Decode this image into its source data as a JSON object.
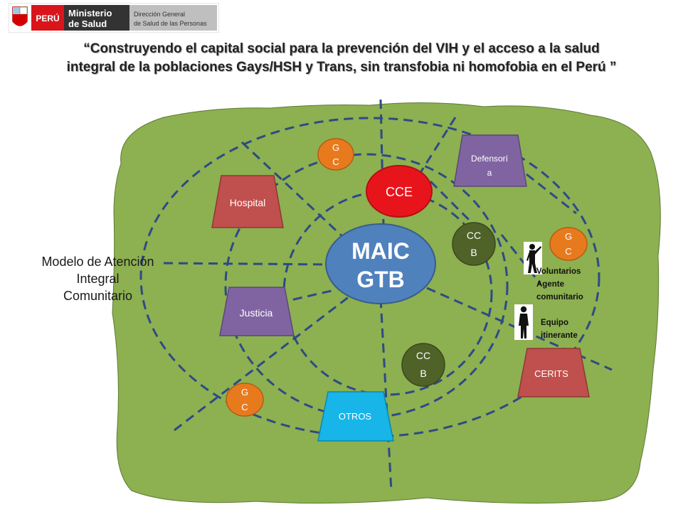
{
  "header": {
    "country": "PERÚ",
    "ministry_line1": "Ministerio",
    "ministry_line2": "de Salud",
    "direction_line1": "Dirección General",
    "direction_line2": "de Salud de las Personas"
  },
  "title": {
    "line1": "“Construyendo el capital social para la prevención del VIH y el acceso a la salud",
    "line2": "integral de la poblaciones Gays/HSH y Trans, sin transfobia ni homofobia en el Perú ”"
  },
  "side_label": {
    "line1": "Modelo de Atención",
    "line2": "Integral",
    "line3": "Comunitario"
  },
  "center": {
    "line1": "MAIC",
    "line2": "GTB"
  },
  "nodes": {
    "cce": "CCE",
    "hospital": "Hospital",
    "defensoria_line1": "Defensorí",
    "defensoria_line2": "a",
    "justicia": "Justicia",
    "cerits": "CERITS",
    "otros": "OTROS",
    "gc_top_line1": "G",
    "gc_top_line2": "C",
    "gc_right_line1": "G",
    "gc_right_line2": "C",
    "gc_bottom_line1": "G",
    "gc_bottom_line2": "C",
    "ccb_right_line1": "CC",
    "ccb_right_line2": "B",
    "ccb_bottom_line1": "CC",
    "ccb_bottom_line2": "B"
  },
  "people": {
    "voluntarios_line1": "Voluntarios",
    "voluntarios_line2": "Agente",
    "voluntarios_line3": "comunitario",
    "equipo_line1": "Equipo",
    "equipo_line2": "itinerante"
  },
  "colors": {
    "green_field": "#8DB051",
    "dash_line": "#2E4A86",
    "red": "#E8141C",
    "orange": "#E87A1E",
    "purple": "#8064A2",
    "brick": "#C0504D",
    "blue": "#4F81BD",
    "dark_green": "#4F6228",
    "cyan": "#17B5E8"
  }
}
